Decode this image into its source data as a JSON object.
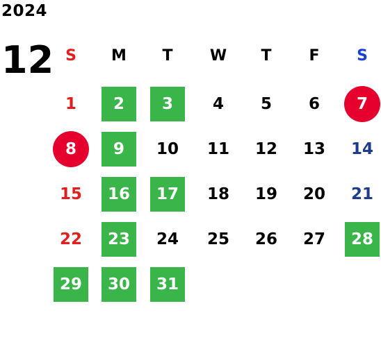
{
  "year": "2024",
  "month": "12",
  "colors": {
    "sunday": "#e02020",
    "saturday": "#1a3fd6",
    "saturday_date": "#1e3c8c",
    "weekday": "#000000",
    "green_bg": "#3ab54a",
    "red_circle_bg": "#e6002d"
  },
  "weekdays": [
    {
      "label": "S",
      "kind": "sun"
    },
    {
      "label": "M",
      "kind": "weekday"
    },
    {
      "label": "T",
      "kind": "weekday"
    },
    {
      "label": "W",
      "kind": "weekday"
    },
    {
      "label": "T",
      "kind": "weekday"
    },
    {
      "label": "F",
      "kind": "weekday"
    },
    {
      "label": "S",
      "kind": "sat"
    }
  ],
  "weeks": [
    [
      {
        "day": "1",
        "style": "sun"
      },
      {
        "day": "2",
        "style": "green"
      },
      {
        "day": "3",
        "style": "green"
      },
      {
        "day": "4",
        "style": "weekday"
      },
      {
        "day": "5",
        "style": "weekday"
      },
      {
        "day": "6",
        "style": "weekday"
      },
      {
        "day": "7",
        "style": "red-circle"
      }
    ],
    [
      {
        "day": "8",
        "style": "red-circle"
      },
      {
        "day": "9",
        "style": "green"
      },
      {
        "day": "10",
        "style": "weekday"
      },
      {
        "day": "11",
        "style": "weekday"
      },
      {
        "day": "12",
        "style": "weekday"
      },
      {
        "day": "13",
        "style": "weekday"
      },
      {
        "day": "14",
        "style": "sat"
      }
    ],
    [
      {
        "day": "15",
        "style": "sun"
      },
      {
        "day": "16",
        "style": "green"
      },
      {
        "day": "17",
        "style": "green"
      },
      {
        "day": "18",
        "style": "weekday"
      },
      {
        "day": "19",
        "style": "weekday"
      },
      {
        "day": "20",
        "style": "weekday"
      },
      {
        "day": "21",
        "style": "sat"
      }
    ],
    [
      {
        "day": "22",
        "style": "sun"
      },
      {
        "day": "23",
        "style": "green"
      },
      {
        "day": "24",
        "style": "weekday"
      },
      {
        "day": "25",
        "style": "weekday"
      },
      {
        "day": "26",
        "style": "weekday"
      },
      {
        "day": "27",
        "style": "weekday"
      },
      {
        "day": "28",
        "style": "green"
      }
    ],
    [
      {
        "day": "29",
        "style": "green"
      },
      {
        "day": "30",
        "style": "green"
      },
      {
        "day": "31",
        "style": "green"
      }
    ]
  ]
}
